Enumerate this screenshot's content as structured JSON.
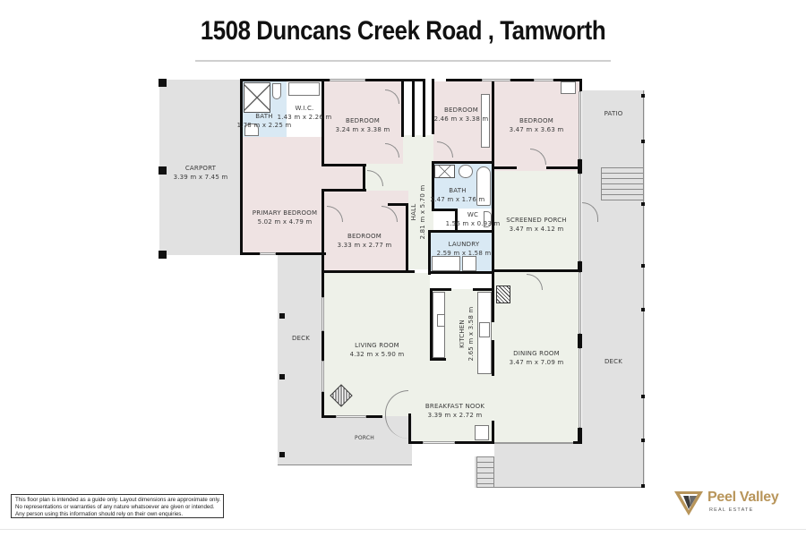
{
  "title": "1508 Duncans Creek Road , Tamworth",
  "rooms": {
    "carport": {
      "name": "CARPORT",
      "dim": "3.39 m x 7.45 m"
    },
    "bath1": {
      "name": "BATH",
      "dim": "1.78 m x 2.25 m"
    },
    "wic": {
      "name": "W.I.C.",
      "dim": "1.43 m x 2.26 m"
    },
    "bedroom1": {
      "name": "BEDROOM",
      "dim": "3.24 m x 3.38 m"
    },
    "bedroom2": {
      "name": "BEDROOM",
      "dim": "2.46 m x 3.38 m"
    },
    "bedroom3": {
      "name": "BEDROOM",
      "dim": "3.47 m x 3.63 m"
    },
    "patio": {
      "name": "PATIO",
      "dim": ""
    },
    "primary_bedroom": {
      "name": "PRIMARY BEDROOM",
      "dim": "5.02 m x 4.79 m"
    },
    "hall": {
      "name": "HALL",
      "dim": "2.81 m x 5.70 m"
    },
    "bath2": {
      "name": "BATH",
      "dim": "2.47 m x 1.76 m"
    },
    "wc": {
      "name": "WC",
      "dim": "1.56 m x 0.93 m"
    },
    "bedroom4": {
      "name": "BEDROOM",
      "dim": "3.33 m x 2.77 m"
    },
    "laundry": {
      "name": "LAUNDRY",
      "dim": "2.59 m x 1.58 m"
    },
    "screened_porch": {
      "name": "SCREENED PORCH",
      "dim": "3.47 m x 4.12 m"
    },
    "living_room": {
      "name": "LIVING ROOM",
      "dim": "4.32 m x 5.90 m"
    },
    "kitchen": {
      "name": "KITCHEN",
      "dim": "2.65 m x 3.58 m"
    },
    "dining_room": {
      "name": "DINING ROOM",
      "dim": "3.47 m x 7.09 m"
    },
    "breakfast_nook": {
      "name": "BREAKFAST NOOK",
      "dim": "3.39 m x 2.72 m"
    },
    "deck_west": {
      "name": "DECK",
      "dim": ""
    },
    "deck_east": {
      "name": "DECK",
      "dim": ""
    },
    "porch": {
      "name": "PORCH",
      "dim": ""
    }
  },
  "disclaimer": {
    "line1": "This floor plan is intended as a guide only. Layout dimensions are approximate only.",
    "line2": "No representations or warranties of any nature whatsoever are given or intended.",
    "line3": "Any person using this information should rely on their own enquiries."
  },
  "logo": {
    "name": "Peel Valley",
    "sub": "REAL ESTATE",
    "colors": {
      "gold": "#b8955a",
      "dark": "#3a3a3a"
    }
  },
  "colors": {
    "bedroom": "#efe3e3",
    "wet_area": "#d9e9f4",
    "living": "#eef1e9",
    "outdoor": "#e1e1e1",
    "wall": "#0d0d0d"
  }
}
